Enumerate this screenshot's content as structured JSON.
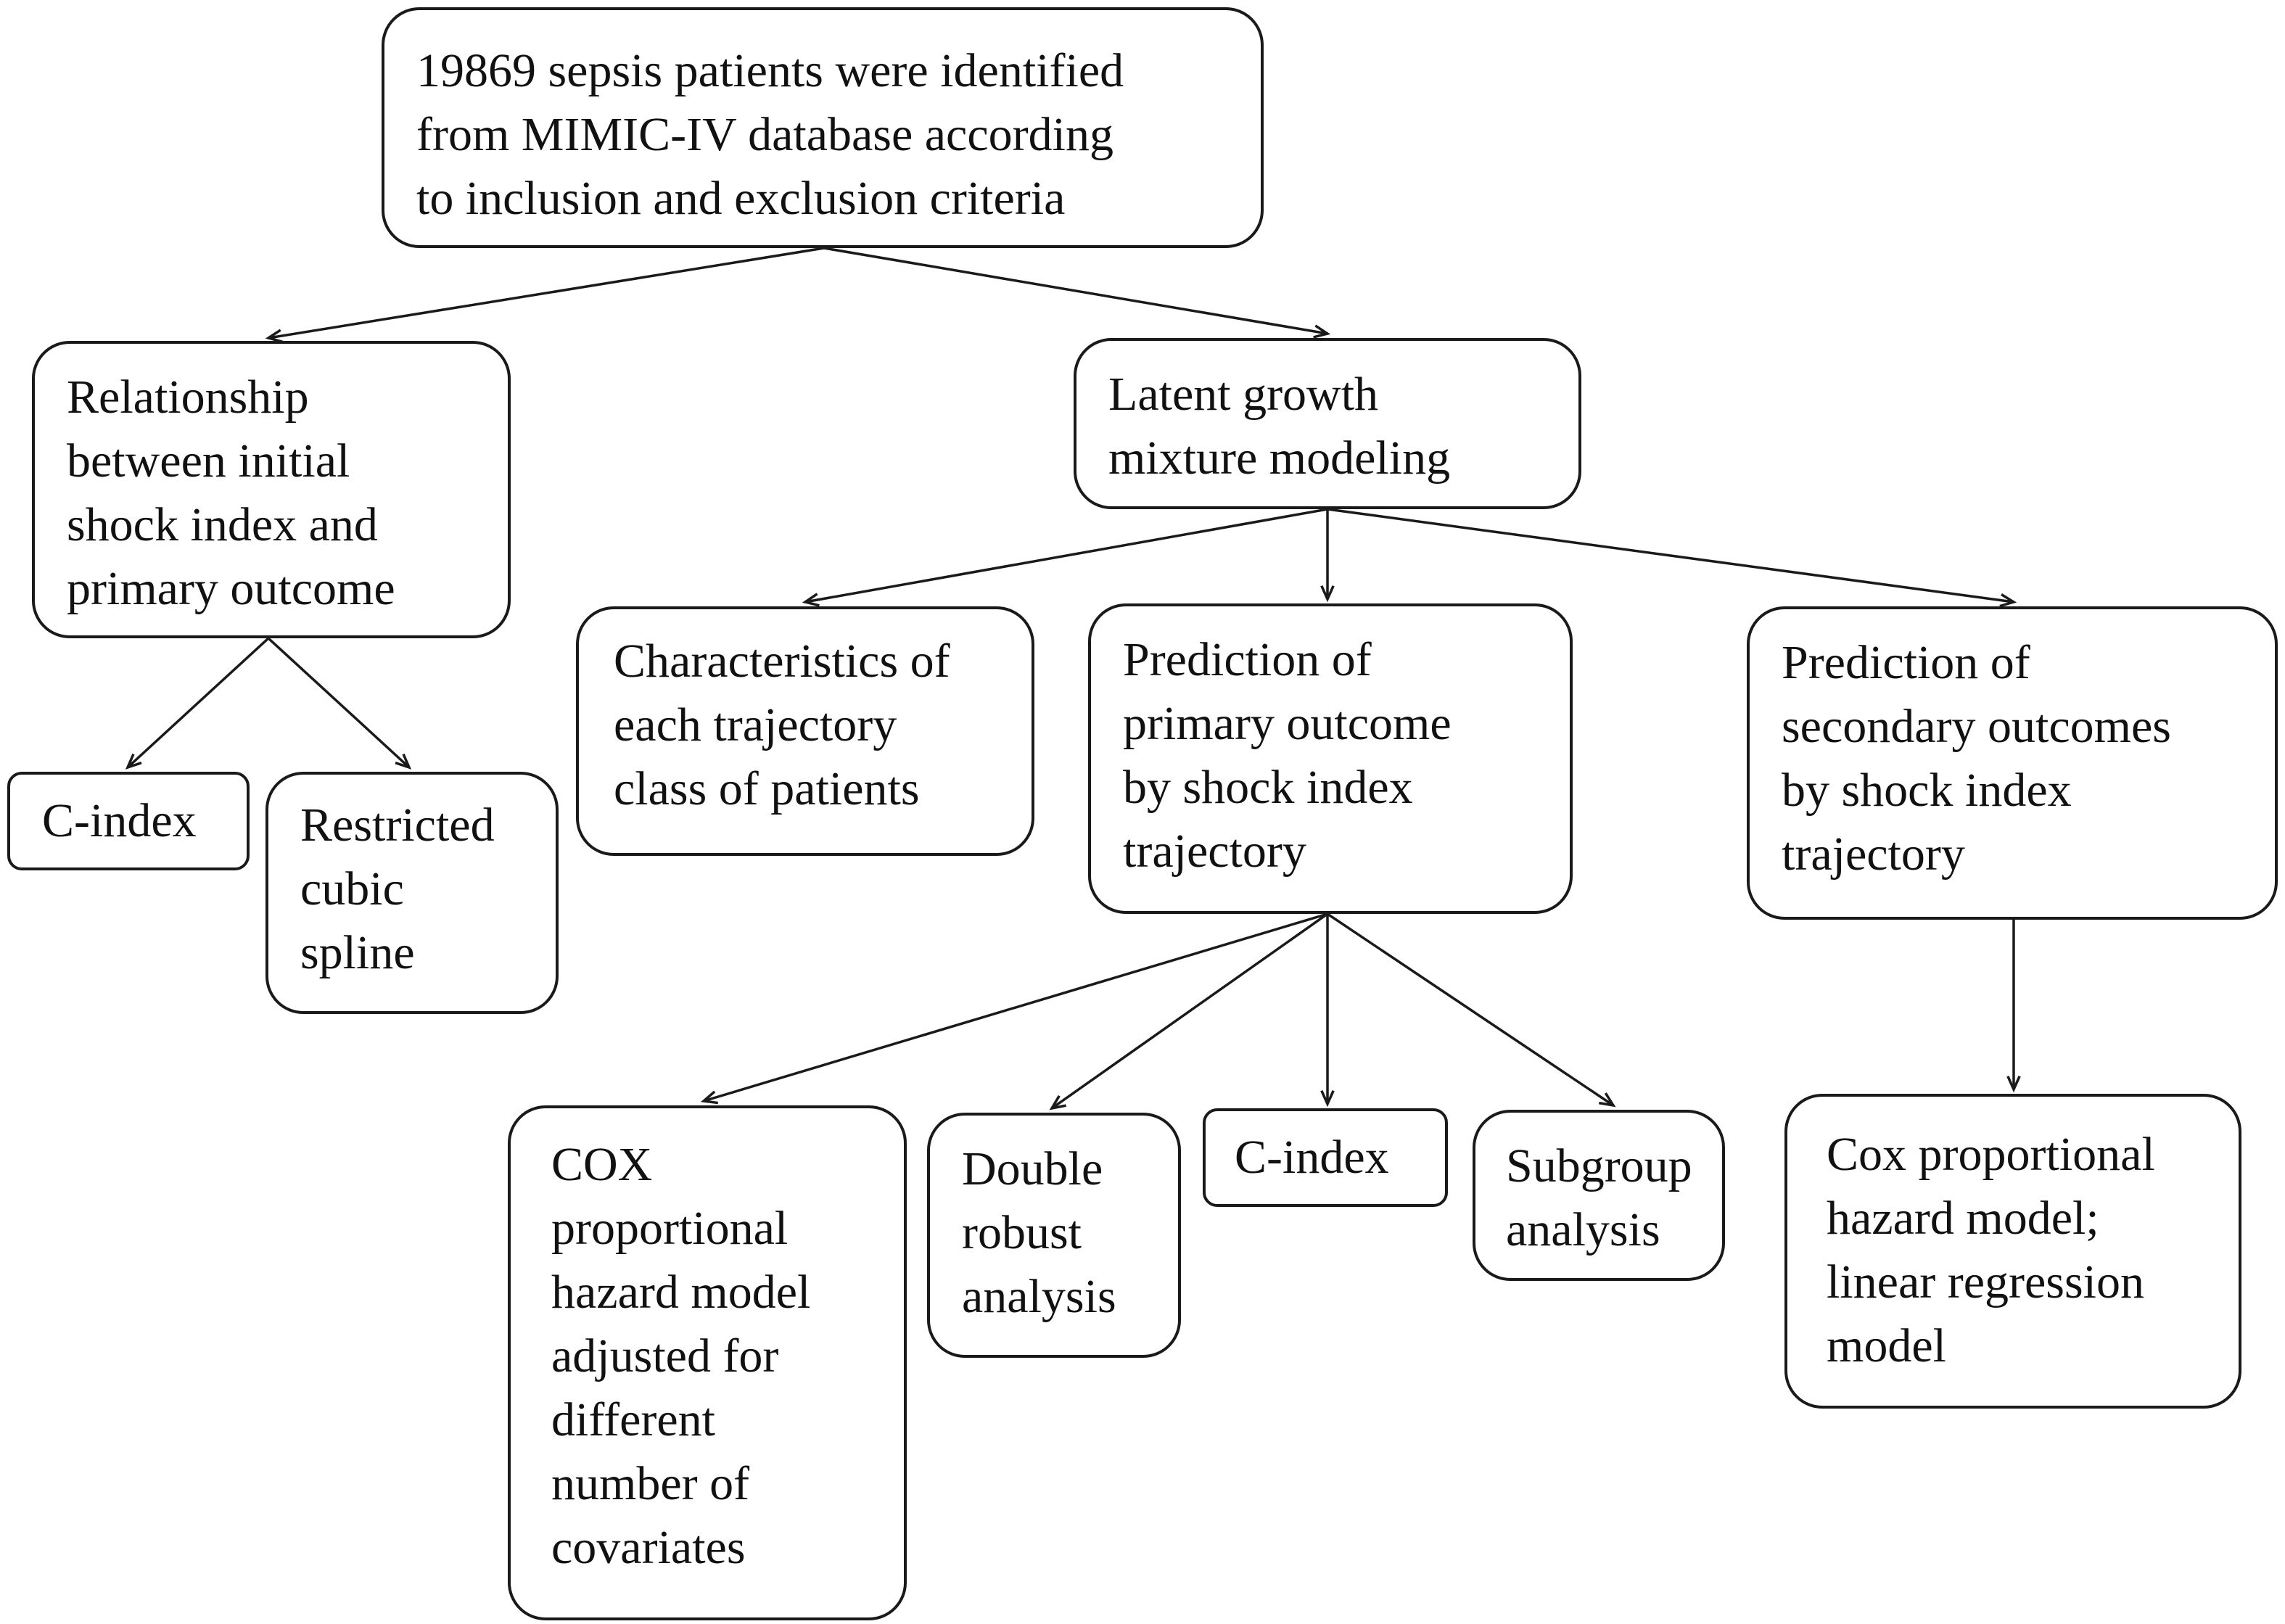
{
  "diagram": {
    "type": "flowchart",
    "line_color": "#1a1a1a",
    "nodes": {
      "root": "19869 sepsis patients were identified\nfrom MIMIC-IV database according\nto inclusion and exclusion criteria",
      "relationship": "Relationship\nbetween initial\nshock index and\nprimary outcome",
      "lgmm": "Latent growth\nmixture modeling",
      "c_index_left": "C-index",
      "rcs": "Restricted\ncubic\nspline",
      "characteristics": "Characteristics of\neach trajectory\nclass of patients",
      "prediction_primary": "Prediction of\nprimary outcome\nby shock index\ntrajectory",
      "prediction_secondary": "Prediction of\nsecondary outcomes\nby shock index\ntrajectory",
      "cox_adjusted": "COX\nproportional\nhazard model\nadjusted for\ndifferent\nnumber of\ncovariates",
      "double_robust": "Double\nrobust\nanalysis",
      "c_index_mid": "C-index",
      "subgroup": "Subgroup\nanalysis",
      "cox_linear": "Cox proportional\nhazard model;\nlinear regression\nmodel"
    },
    "edges": [
      [
        "root",
        "relationship"
      ],
      [
        "root",
        "lgmm"
      ],
      [
        "relationship",
        "c_index_left"
      ],
      [
        "relationship",
        "rcs"
      ],
      [
        "lgmm",
        "characteristics"
      ],
      [
        "lgmm",
        "prediction_primary"
      ],
      [
        "lgmm",
        "prediction_secondary"
      ],
      [
        "prediction_primary",
        "cox_adjusted"
      ],
      [
        "prediction_primary",
        "double_robust"
      ],
      [
        "prediction_primary",
        "c_index_mid"
      ],
      [
        "prediction_primary",
        "subgroup"
      ],
      [
        "prediction_secondary",
        "cox_linear"
      ]
    ]
  }
}
